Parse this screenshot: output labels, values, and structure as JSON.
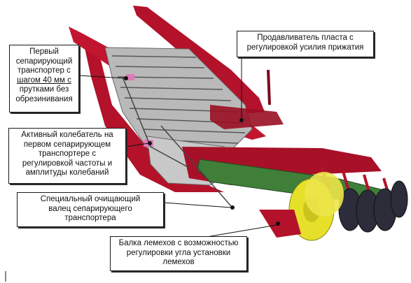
{
  "callouts": [
    {
      "id": "first-conveyor",
      "lines": [
        "Первый",
        "сепарирующий",
        "транспортер с",
        "шагом 40 мм с",
        "прутками без",
        "обрезинивания"
      ],
      "underline_line": 3
    },
    {
      "id": "pusher",
      "lines": [
        "Продавливатель пласта с",
        "регулировкой усилия прижатия"
      ]
    },
    {
      "id": "shaker",
      "lines": [
        "Активный колебатель на",
        "первом сепарирующем",
        "транспортере с",
        "регулировкой частоты и",
        "амплитуды колебаний"
      ]
    },
    {
      "id": "cleaning-roller",
      "lines": [
        "Специальный очищающий",
        "валец сепарирующего",
        "транспортера"
      ]
    },
    {
      "id": "share-beam",
      "lines": [
        "Балка лемехов с возможностью",
        "регулировки угла установки",
        "лемехов"
      ]
    }
  ],
  "colors": {
    "frame_red": "#b3122a",
    "frame_dark": "#7a0a1c",
    "conveyor": "#b9b9b9",
    "beam_green": "#3f7f3a",
    "roller_yellow": "#e6e02a",
    "roller_dark": "#2c2c3a",
    "pink_part": "#e07ab8",
    "leader": "#111111"
  }
}
